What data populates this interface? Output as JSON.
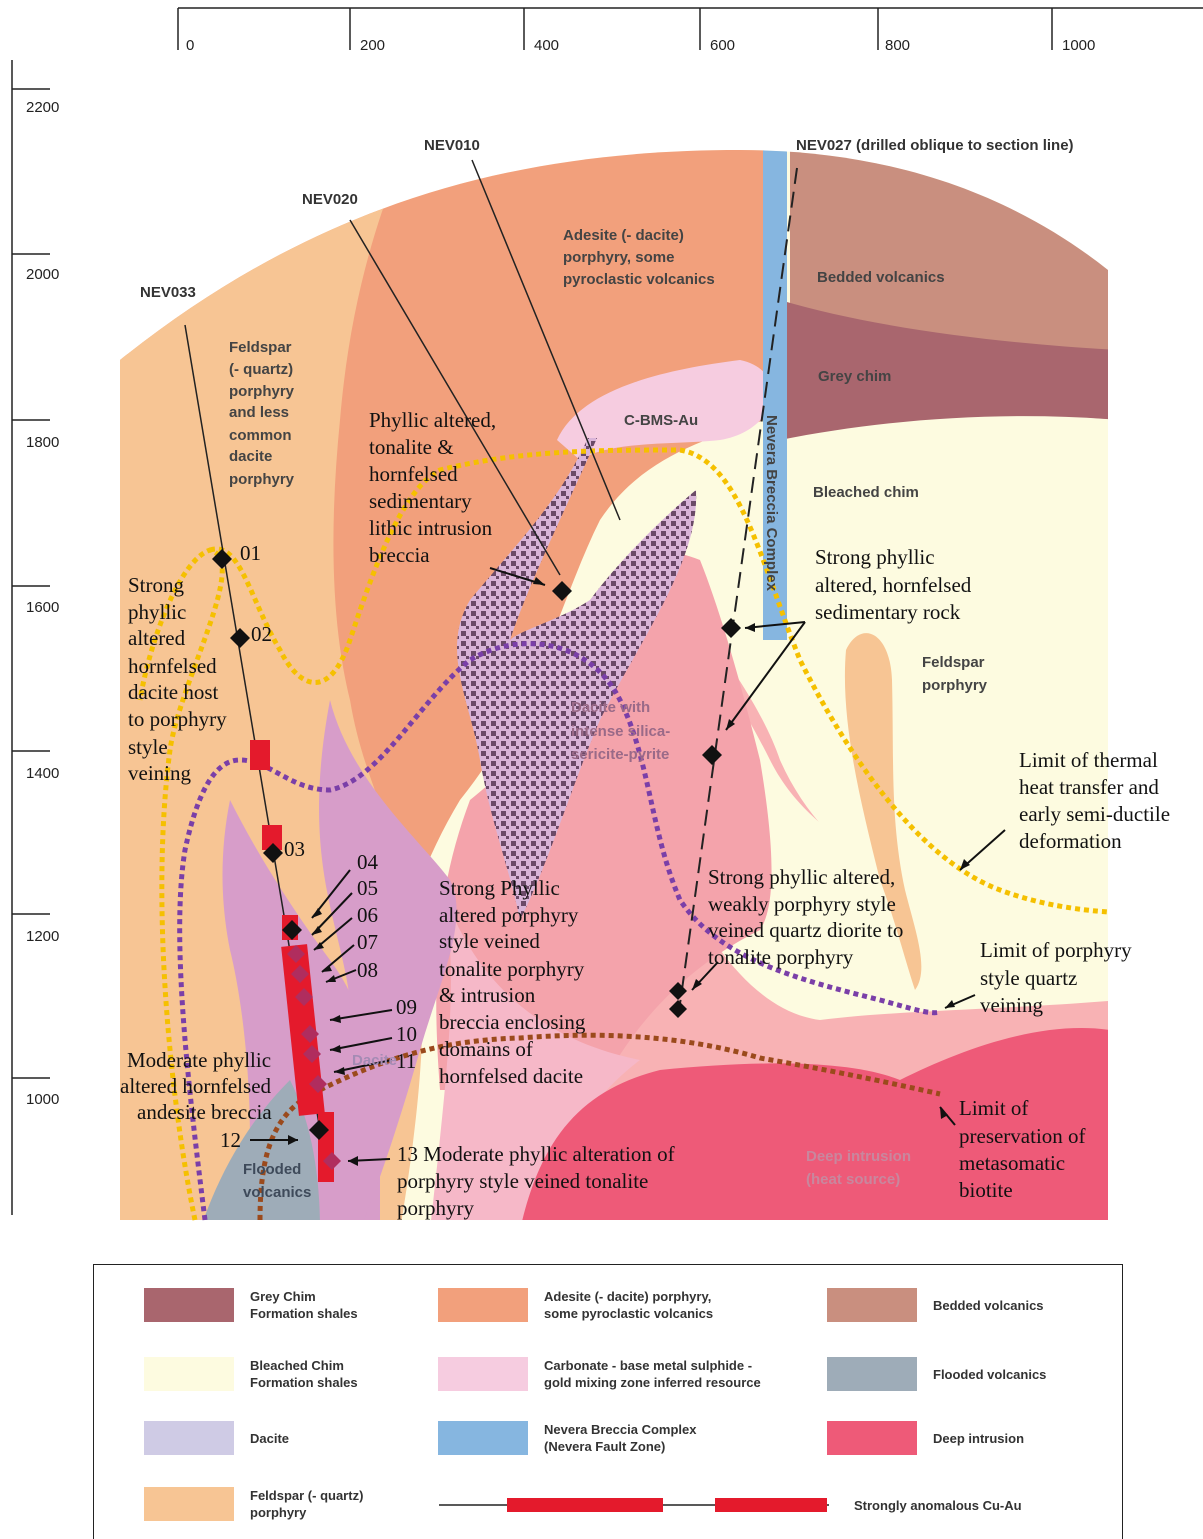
{
  "axis": {
    "x_ticks": [
      "0",
      "200",
      "400",
      "600",
      "800",
      "1000"
    ],
    "y_ticks": [
      "2200",
      "2000",
      "1800",
      "1600",
      "1400",
      "1200",
      "1000"
    ]
  },
  "drillholes": {
    "nev033": "NEV033",
    "nev020": "NEV020",
    "nev010": "NEV010",
    "nev027": "NEV027 (drilled oblique to section line)"
  },
  "units": {
    "feldspar": [
      "Feldspar",
      "(- quartz)",
      "porphyry",
      "and less",
      "common",
      "dacite",
      "porphyry"
    ],
    "andesite": [
      "Adesite (- dacite)",
      "porphyry, some",
      "pyroclastic volcanics"
    ],
    "bedded": "Bedded volcanics",
    "grey_chim": "Grey chim",
    "cbms": "C-BMS-Au",
    "nevera": "Nevera Breccia Complex",
    "bleached": "Bleached chim",
    "feldspar_right": [
      "Feldspar",
      "porphyry"
    ],
    "dacite_silica": [
      "Dacite with",
      "intense silica-",
      "sericite-pyrite"
    ],
    "dacite": "Dacite",
    "flooded": [
      "Flooded",
      "volcanics"
    ],
    "deep": [
      "Deep intrusion",
      "(heat source)"
    ]
  },
  "annotations": {
    "phyllic_tonalite": [
      "Phyllic altered,",
      "tonalite &",
      "hornfelsed",
      "sedimentary",
      "lithic intrusion",
      "breccia"
    ],
    "strong_dacite": [
      "Strong",
      "phyllic",
      "altered",
      "hornfelsed",
      "dacite host",
      "to porphyry",
      "style",
      "veining"
    ],
    "strong_sed": [
      "Strong phyllic",
      "altered, hornfelsed",
      "sedimentary rock"
    ],
    "thermal": [
      "Limit of thermal",
      "heat transfer and",
      "early semi-ductile",
      "deformation"
    ],
    "strong_porph": [
      "Strong Phyllic",
      "altered porphyry",
      "style veined",
      "tonalite porphyry",
      "& intrusion",
      "breccia enclosing",
      "domains of",
      "hornfelsed dacite"
    ],
    "strong_qd": [
      "Strong phyllic altered,",
      "weakly porphyry style",
      "veined quartz diorite to",
      "tonalite porphyry"
    ],
    "limit_porphyry": [
      "Limit of porphyry",
      "style quartz",
      "veining"
    ],
    "moderate_andesite": [
      "Moderate phyllic",
      "altered hornfelsed",
      "andesite breccia"
    ],
    "limit_biotite": [
      "Limit of",
      "preservation of",
      "metasomatic",
      "biotite"
    ],
    "sample13": [
      "13 Moderate phyllic alteration of",
      "porphyry style veined tonalite",
      "porphyry"
    ]
  },
  "samples": [
    "01",
    "02",
    "03",
    "04",
    "05",
    "06",
    "07",
    "08",
    "09",
    "10",
    "11",
    "12"
  ],
  "legend": [
    {
      "label": "Grey Chim\nFormation shales",
      "color": "#a9666e"
    },
    {
      "label": "Adesite (- dacite) porphyry,\nsome pyroclastic volcanics",
      "color": "#f2a07c"
    },
    {
      "label": "Bedded volcanics",
      "color": "#c98f7f"
    },
    {
      "label": "Bleached Chim\nFormation shales",
      "color": "#fdfbe0"
    },
    {
      "label": "Carbonate - base metal sulphide -\ngold mixing zone inferred resource",
      "color": "#f6cce0"
    },
    {
      "label": "Flooded volcanics",
      "color": "#9eacb8"
    },
    {
      "label": "Dacite",
      "color": "#cfcbe5"
    },
    {
      "label": "Nevera Breccia Complex\n(Nevera Fault Zone)",
      "color": "#86b6e0"
    },
    {
      "label": "Deep intrusion",
      "color": "#ee5a78"
    },
    {
      "label": "Feldspar (- quartz)\nporphyry",
      "color": "#f7c594"
    },
    {
      "label": "Strongly anomalous Cu-Au",
      "color": "#e41a2c"
    }
  ]
}
